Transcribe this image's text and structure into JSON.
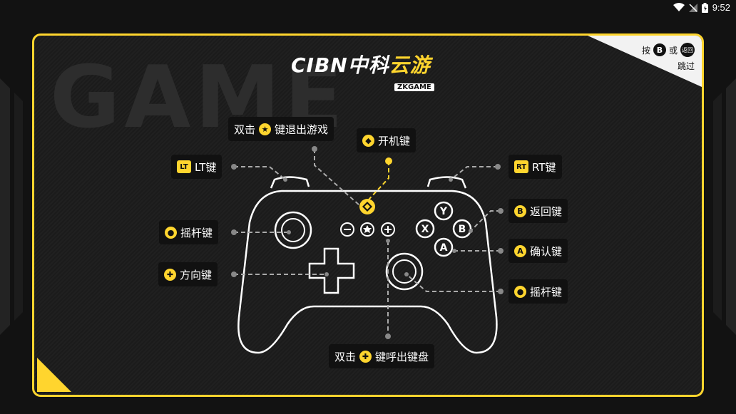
{
  "status_bar": {
    "time": "9:52"
  },
  "background_text": "GAME",
  "logo": {
    "main_white": "CIBN中科",
    "main_yellow": "云游",
    "sub": "ZKGAME"
  },
  "skip_hint": {
    "prefix": "按",
    "key_b": "B",
    "or": "或",
    "back_icon": "返回",
    "action": "跳过"
  },
  "controller": {
    "face_buttons": {
      "y": "Y",
      "x": "X",
      "b": "B",
      "a": "A"
    },
    "minus": "−",
    "plus": "+",
    "star": "★"
  },
  "labels": {
    "exit_game": {
      "prefix": "双击",
      "icon": "star-icon",
      "suffix": "键退出游戏"
    },
    "power": {
      "icon": "power-logo-icon",
      "text": "开机键"
    },
    "lt": {
      "icon_text": "LT",
      "text": "LT键"
    },
    "rt": {
      "icon_text": "RT",
      "text": "RT键"
    },
    "left_stick": {
      "icon": "joystick-icon",
      "text": "摇杆键"
    },
    "dpad": {
      "icon": "plus-icon",
      "text": "方向键"
    },
    "back": {
      "icon_text": "B",
      "text": "返回键"
    },
    "confirm": {
      "icon_text": "A",
      "text": "确认键"
    },
    "right_stick": {
      "icon": "joystick-icon",
      "text": "摇杆键"
    },
    "keyboard": {
      "prefix": "双击",
      "icon": "plus-icon",
      "suffix": "键呼出键盘"
    }
  },
  "colors": {
    "accent": "#ffd52e",
    "background": "#121212",
    "panel": "#1e1e1e"
  }
}
